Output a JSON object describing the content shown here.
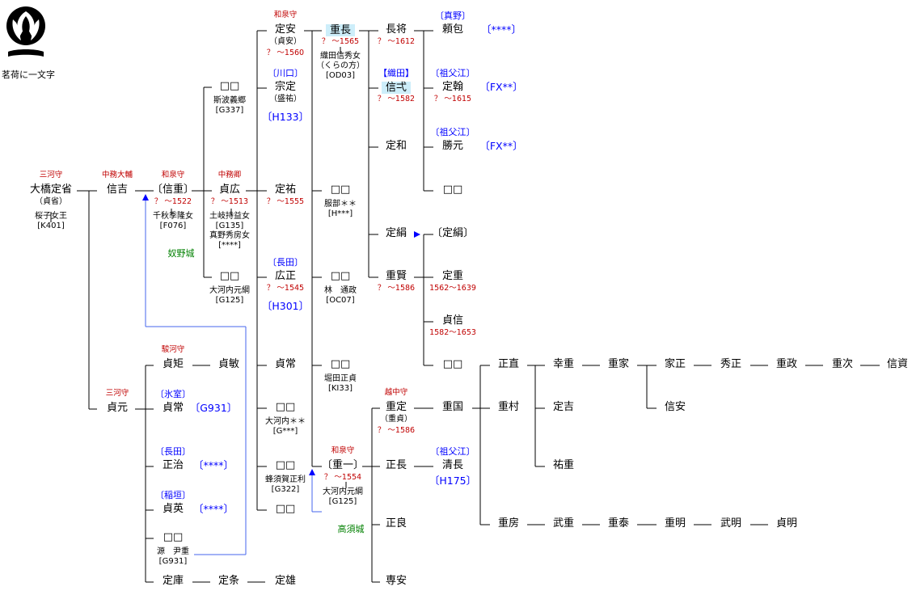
{
  "crest": {
    "label": "茗荷に一文字",
    "icon": "myoga-ichimonji-crest"
  },
  "colors": {
    "title": "#c00000",
    "years": "#c00000",
    "link": "#0000ff",
    "clan": "#0000ff",
    "castle": "#008000",
    "highlight": "#cdeefa",
    "line": "#000000",
    "adoption": "#0000ff"
  },
  "people": {
    "p01": {
      "name": "大橋定省",
      "sub": "（貞省）",
      "title": "三河守",
      "spouse": "桜子女王",
      "spouse_code": "[K401]"
    },
    "p02": {
      "name": "信吉",
      "title": "中務大輔"
    },
    "p03": {
      "name": "〔信重〕",
      "title": "和泉守",
      "years": "？ ～1522",
      "spouse": "千秋季隆女",
      "spouse_code": "[F076]",
      "castle": "奴野城"
    },
    "p04": {
      "name": "□□",
      "spouse": "斯波義郷",
      "spouse_code": "[G337]"
    },
    "p05": {
      "name": "貞広",
      "title": "中務卿",
      "years": "？ ～1513",
      "spouse": "土岐持益女",
      "spouse_code": "[G135]",
      "spouse2": "真野秀房女",
      "spouse2_code": "[****]"
    },
    "p06": {
      "name": "□□",
      "spouse": "大河内元綱",
      "spouse_code": "[G125]"
    },
    "p07": {
      "name": "定安",
      "sub": "（貞安）",
      "title": "和泉守",
      "years": "？ ～1560"
    },
    "p08": {
      "name": "宗定",
      "sub": "（盛祐）",
      "clan": "〔川口〕",
      "link": "〔H133〕"
    },
    "p09": {
      "name": "定祐",
      "years": "？ ～1555"
    },
    "p10": {
      "name": "広正",
      "clan": "〔長田〕",
      "years": "？ ～1545",
      "link": "〔H301〕"
    },
    "p11": {
      "name": "貞常"
    },
    "p12": {
      "name": "□□",
      "spouse": "大河内＊＊",
      "spouse_code": "[G***]"
    },
    "p13": {
      "name": "□□",
      "spouse": "蜂須賀正利",
      "spouse_code": "[G322]"
    },
    "p14": {
      "name": "□□"
    },
    "p15": {
      "name": "重長",
      "years": "？ ～1565",
      "spouse": "織田信秀女",
      "spouse_sub": "（くらの方）",
      "spouse_code": "[OD03]"
    },
    "p16": {
      "name": "□□",
      "spouse": "服部＊＊",
      "spouse_code": "[H***]"
    },
    "p17": {
      "name": "□□",
      "spouse": "林　通政",
      "spouse_code": "[OC07]"
    },
    "p18": {
      "name": "□□",
      "spouse": "堀田正貞",
      "spouse_code": "[KI33]"
    },
    "p19": {
      "name": "〔重一〕",
      "title": "和泉守",
      "years": "？ ～1554",
      "castle": "高須城",
      "spouse": "大河内元綱",
      "spouse_code": "[G125]"
    },
    "p20": {
      "name": "長将",
      "years": "？ ～1612"
    },
    "p21": {
      "name": "信弌",
      "clan": "【織田】",
      "years": "？ ～1582"
    },
    "p22": {
      "name": "定和"
    },
    "p23": {
      "name": "定絹"
    },
    "p24": {
      "name": "重賢",
      "years": "？ ～1586"
    },
    "p25": {
      "name": "重定",
      "sub": "（重貞）",
      "title": "越中守",
      "years": "？ ～1586"
    },
    "p26": {
      "name": "正長"
    },
    "p27": {
      "name": "正良"
    },
    "p28": {
      "name": "専安"
    },
    "p29": {
      "name": "頼包",
      "clan": "〔真野〕",
      "link": "〔****〕"
    },
    "p30": {
      "name": "定翰",
      "clan": "〔祖父江〕",
      "years": "？ ～1615",
      "link": "〔FX**〕"
    },
    "p31": {
      "name": "勝元",
      "clan": "〔祖父江〕",
      "link": "〔FX**〕"
    },
    "p32": {
      "name": "□□"
    },
    "p33": {
      "name": "〔定絹〕"
    },
    "p34": {
      "name": "定重",
      "years": "1562～1639"
    },
    "p35": {
      "name": "貞信",
      "years": "1582～1653"
    },
    "p36": {
      "name": "□□"
    },
    "p37": {
      "name": "重国"
    },
    "p38": {
      "name": "清長",
      "clan": "〔祖父江〕",
      "link": "〔H175〕"
    },
    "p39": {
      "name": "正直"
    },
    "p40": {
      "name": "重村"
    },
    "p41": {
      "name": "重房"
    },
    "p42": {
      "name": "幸重"
    },
    "p43": {
      "name": "定吉"
    },
    "p44": {
      "name": "祐重"
    },
    "p45": {
      "name": "重家"
    },
    "p46": {
      "name": "家正"
    },
    "p47": {
      "name": "信安"
    },
    "p48": {
      "name": "秀正"
    },
    "p49": {
      "name": "重政"
    },
    "p50": {
      "name": "重次"
    },
    "p51": {
      "name": "信資"
    },
    "p52": {
      "name": "武重"
    },
    "p53": {
      "name": "重泰"
    },
    "p54": {
      "name": "重明"
    },
    "p55": {
      "name": "武明"
    },
    "p56": {
      "name": "貞明"
    },
    "p57": {
      "name": "貞元",
      "title": "三河守"
    },
    "p58": {
      "name": "貞矩",
      "title": "駿河守"
    },
    "p59": {
      "name": "貞敏"
    },
    "p60": {
      "name": "貞常",
      "clan": "〔氷室〕",
      "link": "〔G931〕"
    },
    "p61": {
      "name": "正治",
      "clan": "〔長田〕",
      "link": "〔****〕"
    },
    "p62": {
      "name": "貞英",
      "clan": "〔稲垣〕",
      "link": "〔****〕"
    },
    "p63": {
      "name": "□□",
      "spouse": "源　尹重",
      "spouse_code": "[G931]"
    },
    "p64": {
      "name": "定庫"
    },
    "p65": {
      "name": "定条"
    },
    "p66": {
      "name": "定雄"
    }
  }
}
